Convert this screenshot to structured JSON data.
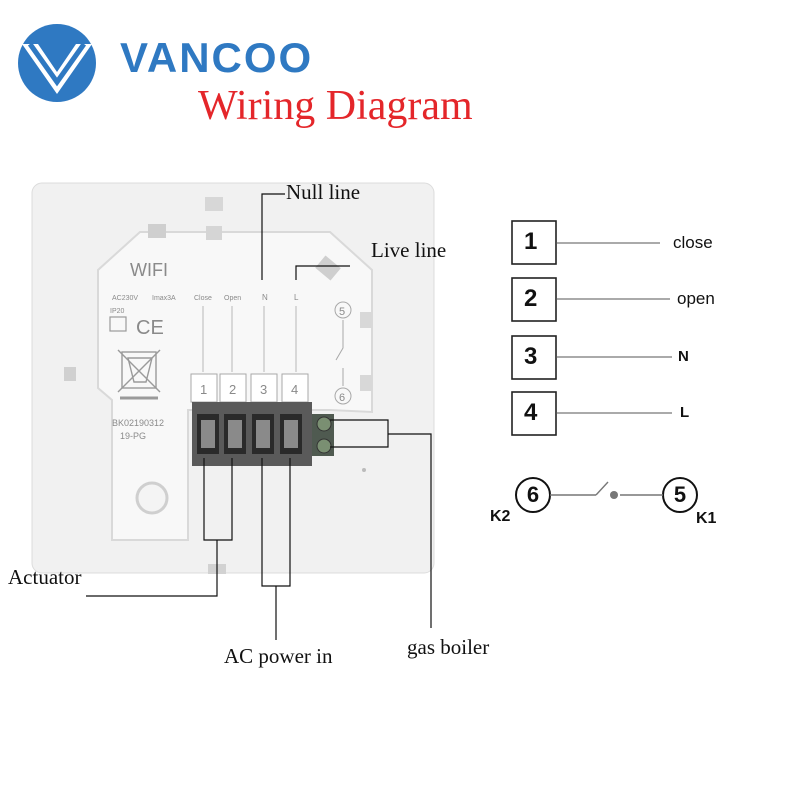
{
  "brand": {
    "name": "VANCOO",
    "logo_icon": "v-chevron-logo-icon",
    "color": "#2f79c2"
  },
  "title": {
    "text": "Wiring Diagram",
    "color": "#e4262a"
  },
  "device": {
    "wifi_label": "WIFI",
    "voltage": "AC230V",
    "current": "Imax3A",
    "ip_rating": "IP20",
    "ce_mark": "CE",
    "terminal_labels": [
      "Close",
      "Open",
      "N",
      "L"
    ],
    "terminal_numbers": [
      "1",
      "2",
      "3",
      "4"
    ],
    "contact_numbers": [
      "5",
      "6"
    ],
    "serial": "BK02190312",
    "model": "19-PG"
  },
  "callouts": {
    "null_line": "Null line",
    "live_line": "Live line",
    "actuator": "Actuator",
    "ac_power": "AC power in",
    "gas_boiler": "gas boiler"
  },
  "terminal_map": [
    {
      "number": "1",
      "label": "close"
    },
    {
      "number": "2",
      "label": "open"
    },
    {
      "number": "3",
      "label": "N"
    },
    {
      "number": "4",
      "label": "L"
    }
  ],
  "relay": {
    "left_num": "6",
    "right_num": "5",
    "left_label": "K2",
    "right_label": "K1"
  }
}
